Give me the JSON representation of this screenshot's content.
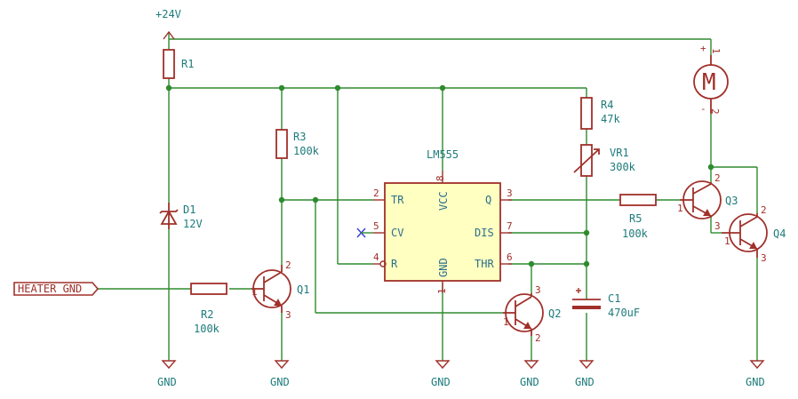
{
  "power": {
    "vcc": "+24V",
    "gnd": "GND"
  },
  "gnd_labels": [
    "GND",
    "GND",
    "GND",
    "GND",
    "GND",
    "GND"
  ],
  "hier_label": "HEATER_GND",
  "components": {
    "R1": {
      "ref": "R1"
    },
    "R2": {
      "ref": "R2",
      "value": "100k"
    },
    "R3": {
      "ref": "R3",
      "value": "100k"
    },
    "R4": {
      "ref": "R4",
      "value": "47k"
    },
    "R5": {
      "ref": "R5",
      "value": "100k"
    },
    "VR1": {
      "ref": "VR1",
      "value": "300k"
    },
    "C1": {
      "ref": "C1",
      "value": "470uF"
    },
    "D1": {
      "ref": "D1",
      "value": "12V"
    },
    "Q1": {
      "ref": "Q1"
    },
    "Q2": {
      "ref": "Q2"
    },
    "Q3": {
      "ref": "Q3"
    },
    "Q4": {
      "ref": "Q4"
    },
    "M": {
      "letter": "M",
      "pin1": "1",
      "pin2": "2",
      "plus": "+",
      "minus": "-"
    }
  },
  "ic": {
    "name": "LM555",
    "pins": {
      "tr": {
        "num": "2",
        "name": "TR"
      },
      "cv": {
        "num": "5",
        "name": "CV"
      },
      "r": {
        "num": "4",
        "name": "R"
      },
      "vcc": {
        "num": "8",
        "name": "VCC"
      },
      "gnd": {
        "num": "1",
        "name": "GND"
      },
      "q": {
        "num": "3",
        "name": "Q"
      },
      "dis": {
        "num": "7",
        "name": "DIS"
      },
      "thr": {
        "num": "6",
        "name": "THR"
      }
    }
  },
  "pin_numbers": {
    "one": "1",
    "two": "2",
    "three": "3"
  },
  "colors": {
    "wire": "#2e8b2e",
    "symbol": "#a0302a",
    "text": "#1e7b7b",
    "ic_fill": "#ffffc2"
  }
}
